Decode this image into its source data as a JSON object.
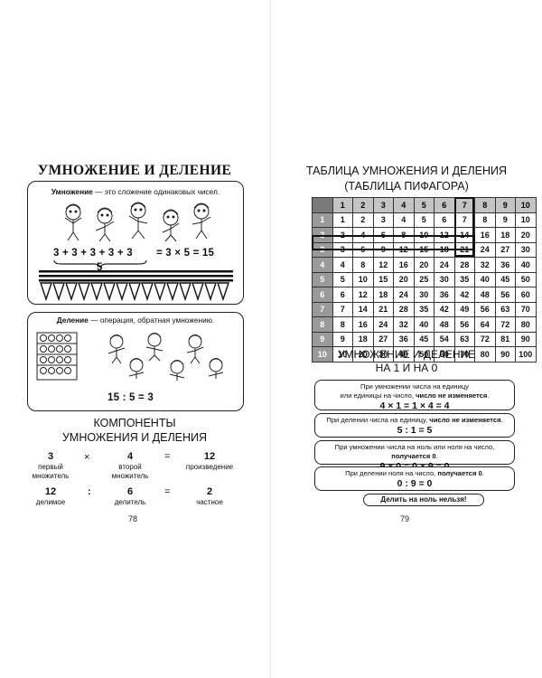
{
  "left_page": {
    "title": "УМНОЖЕНИЕ И ДЕЛЕНИЕ",
    "box1": {
      "term": "Умножение",
      "definition": " — это сложение одинаковых чисел.",
      "addition": "3 + 3 + 3 + 3 + 3",
      "product": "= 3 × 5 = 15",
      "count": "5"
    },
    "box2": {
      "term": "Деление",
      "definition": " — операция, обратная умножению.",
      "equation": "15 : 5 = 3"
    },
    "components_title_1": "КОМПОНЕНТЫ",
    "components_title_2": "УМНОЖЕНИЯ И ДЕЛЕНИЯ",
    "mult": {
      "a": "3",
      "a_label_1": "первый",
      "a_label_2": "множитель",
      "op": "×",
      "b": "4",
      "b_label_1": "второй",
      "b_label_2": "множитель",
      "eq": "=",
      "c": "12",
      "c_label": "произведение"
    },
    "div": {
      "a": "12",
      "a_label": "делимое",
      "op": ":",
      "b": "6",
      "b_label": "делитель",
      "eq": "=",
      "c": "2",
      "c_label": "частное"
    },
    "page_number": "78"
  },
  "right_page": {
    "title_1": "ТАБЛИЦА УМНОЖЕНИЯ И ДЕЛЕНИЯ",
    "title_2": "(ТАБЛИЦА ПИФАГОРА)",
    "table": {
      "header": [
        "1",
        "2",
        "3",
        "4",
        "5",
        "6",
        "7",
        "8",
        "9",
        "10"
      ],
      "rows": [
        [
          "1",
          "1",
          "2",
          "3",
          "4",
          "5",
          "6",
          "7",
          "8",
          "9",
          "10"
        ],
        [
          "2",
          "2",
          "4",
          "6",
          "8",
          "10",
          "12",
          "14",
          "16",
          "18",
          "20"
        ],
        [
          "3",
          "3",
          "6",
          "9",
          "12",
          "15",
          "18",
          "21",
          "24",
          "27",
          "30"
        ],
        [
          "4",
          "4",
          "8",
          "12",
          "16",
          "20",
          "24",
          "28",
          "32",
          "36",
          "40"
        ],
        [
          "5",
          "5",
          "10",
          "15",
          "20",
          "25",
          "30",
          "35",
          "40",
          "45",
          "50"
        ],
        [
          "6",
          "6",
          "12",
          "18",
          "24",
          "30",
          "36",
          "42",
          "48",
          "56",
          "60"
        ],
        [
          "7",
          "7",
          "14",
          "21",
          "28",
          "35",
          "42",
          "49",
          "56",
          "63",
          "70"
        ],
        [
          "8",
          "8",
          "16",
          "24",
          "32",
          "40",
          "48",
          "56",
          "64",
          "72",
          "80"
        ],
        [
          "9",
          "9",
          "18",
          "27",
          "36",
          "45",
          "54",
          "63",
          "72",
          "81",
          "90"
        ],
        [
          "10",
          "10",
          "20",
          "30",
          "40",
          "50",
          "60",
          "70",
          "80",
          "90",
          "100"
        ]
      ]
    },
    "sub_title_1": "УМНОЖЕНИЕ И ДЕЛЕНИЕ",
    "sub_title_2": "НА 1 И НА 0",
    "rule1": {
      "line1": "При умножении числа на единицу",
      "line2_pre": "или единицы на число, ",
      "line2_bold": "число не изменяется",
      "line2_post": ".",
      "formula": "4 × 1 = 1 × 4 = 4"
    },
    "rule2": {
      "line1_pre": "При делении числа на единицу, ",
      "line1_bold": "число не изменяется",
      "line1_post": ".",
      "formula": "5 : 1 = 5"
    },
    "rule3": {
      "line1_pre": "При умножении числа на ноль или ноля на число, ",
      "line1_bold": "получается 0",
      "line1_post": ".",
      "formula": "9 × 0 = 0 × 9 = 0"
    },
    "rule4": {
      "line1_pre": "При делении ноля на число, ",
      "line1_bold": "получается 0",
      "line1_post": ".",
      "formula": "0 : 9 = 0"
    },
    "warning": "Делить на ноль нельзя!",
    "page_number": "79"
  }
}
